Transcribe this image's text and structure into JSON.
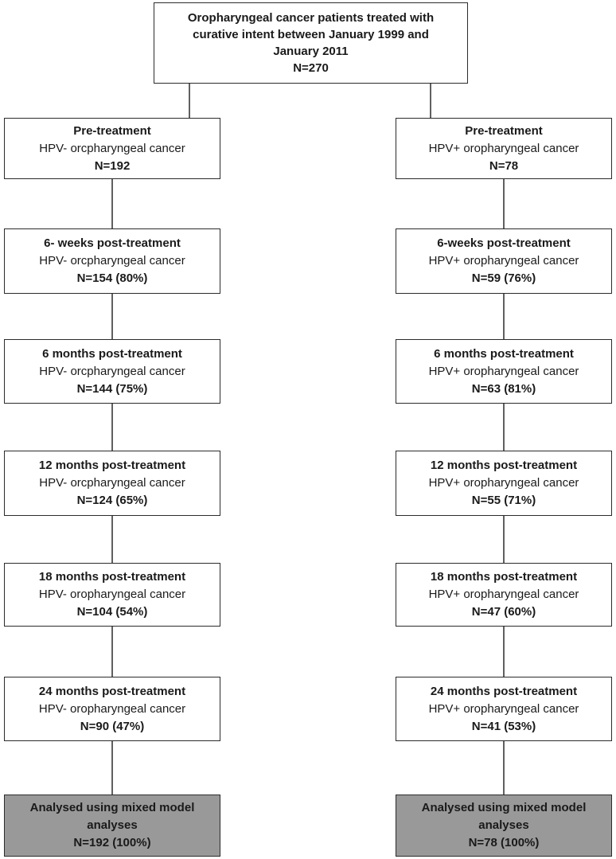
{
  "top_box": {
    "line1": "Oropharyngeal cancer patients treated with",
    "line2": "curative intent between January 1999 and",
    "line3": "January 2011",
    "line4": "N=270"
  },
  "left_column": [
    {
      "line1": "Pre-treatment",
      "line2": "HPV- orcpharyngeal cancer",
      "line3": "N=192"
    },
    {
      "line1": "6- weeks post-treatment",
      "line2": "HPV- orcpharyngeal cancer",
      "line3": "N=154 (80%)"
    },
    {
      "line1": "6 months post-treatment",
      "line2": "HPV- orcpharyngeal cancer",
      "line3": "N=144 (75%)"
    },
    {
      "line1": "12 months post-treatment",
      "line2": "HPV- orcpharyngeal cancer",
      "line3": "N=124 (65%)"
    },
    {
      "line1": "18 months post-treatment",
      "line2": "HPV- oropharyngeal cancer",
      "line3": "N=104 (54%)"
    },
    {
      "line1": "24 months post-treatment",
      "line2": "HPV- oropharyngeal cancer",
      "line3": "N=90 (47%)"
    },
    {
      "line1": "Analysed using mixed model",
      "line2": "analyses",
      "line3": "N=192 (100%)"
    }
  ],
  "right_column": [
    {
      "line1": "Pre-treatment",
      "line2": "HPV+ oropharyngeal cancer",
      "line3": "N=78"
    },
    {
      "line1": "6-weeks post-treatment",
      "line2": "HPV+ oropharyngeal cancer",
      "line3": "N=59 (76%)"
    },
    {
      "line1": "6 months post-treatment",
      "line2": "HPV+ oropharyngeal cancer",
      "line3": "N=63 (81%)"
    },
    {
      "line1": "12 months post-treatment",
      "line2": "HPV+ oropharyngeal cancer",
      "line3": "N=55 (71%)"
    },
    {
      "line1": "18 months post-treatment",
      "line2": "HPV+ oropharyngeal cancer",
      "line3": "N=47 (60%)"
    },
    {
      "line1": "24 months post-treatment",
      "line2": "HPV+ oropharyngeal cancer",
      "line3": "N=41 (53%)"
    },
    {
      "line1": "Analysed using mixed model",
      "line2": "analyses",
      "line3": "N=78 (100%)"
    }
  ],
  "colors": {
    "border": "#2b2b2b",
    "box_fill": "#ffffff",
    "final_box_fill": "#999999",
    "connector": "#2b2b2b"
  }
}
